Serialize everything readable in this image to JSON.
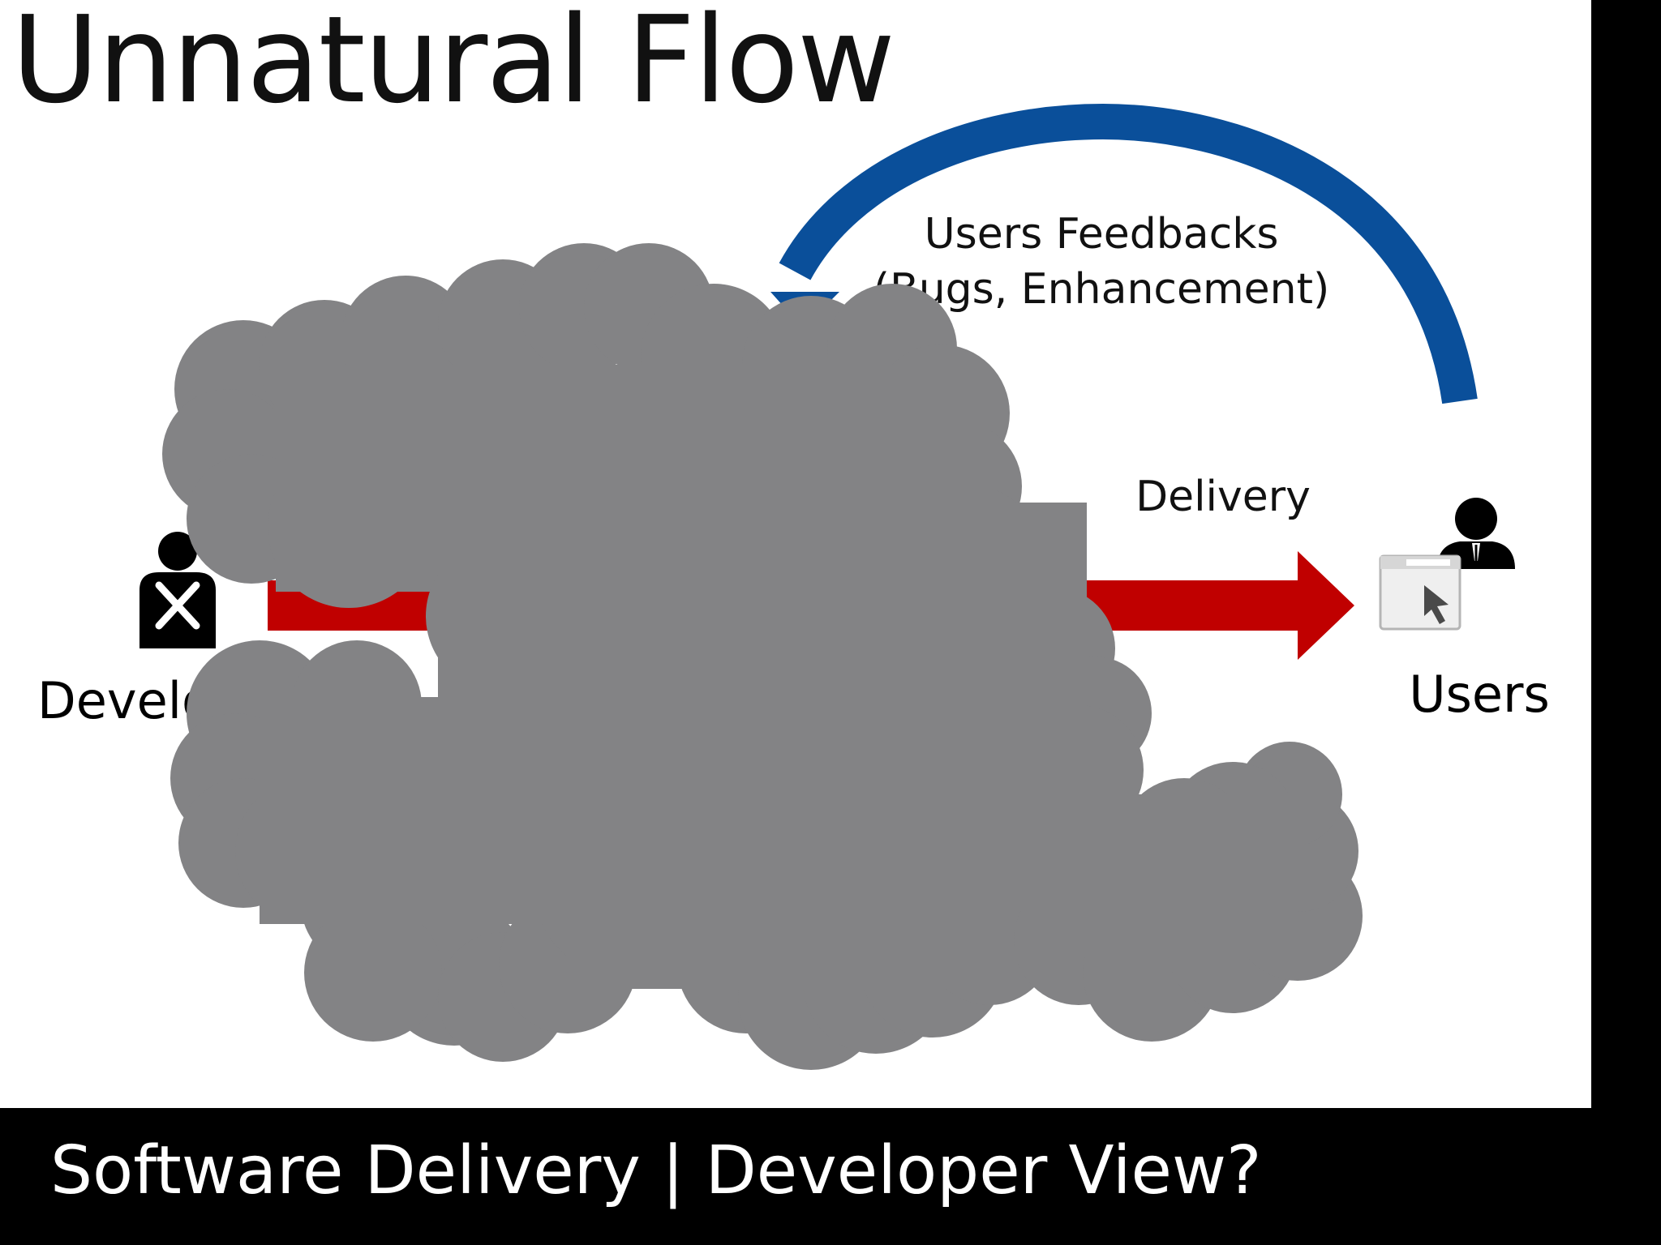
{
  "slide": {
    "title": "Unnatural Flow"
  },
  "diagram": {
    "feedback_label_line1": "Users Feedbacks",
    "feedback_label_line2": "(Bugs, Enhancement)",
    "delivery_label": "Delivery",
    "developer_label": "Develo",
    "users_label": "Users",
    "icons": [
      "developer-tools-icon",
      "business-user-icon",
      "browser-cursor-icon"
    ],
    "colors": {
      "feedback_arrow": "#0a4f9a",
      "delivery_arrow": "#c00000",
      "cloud": "#838385"
    }
  },
  "footer": {
    "caption": "Software Delivery | Developer View?"
  }
}
